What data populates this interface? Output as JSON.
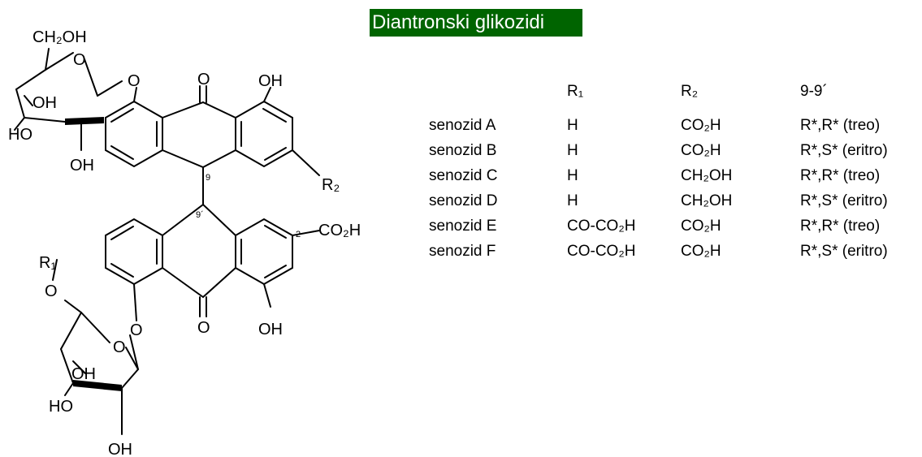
{
  "title": "Diantronski glikozidi",
  "colors": {
    "title_bg": "#006400",
    "title_text": "#ffffff",
    "line": "#000000"
  },
  "structure": {
    "labels": {
      "ch2oh": "CH₂OH",
      "sugar1_o_ring": "O",
      "sugar1_o_link": "O",
      "sugar1_oh_a": "OH",
      "sugar1_ho": "HO",
      "sugar1_oh_b": "OH",
      "top_carbonyl_o": "O",
      "top_oh": "OH",
      "r2": "R₂",
      "pos9": "9",
      "pos9prime": "9´",
      "pos2": "2",
      "co2h": "CO₂H",
      "r1": "R₁",
      "r1_o": "O",
      "sugar2_o_ring": "O",
      "sugar2_o_link": "O",
      "bottom_carbonyl_o": "O",
      "bottom_oh": "OH",
      "sugar2_oh_a": "OH",
      "sugar2_ho": "HO",
      "sugar2_oh_b": "OH"
    }
  },
  "table": {
    "headers": [
      "",
      "R₁",
      "R₂",
      "9-9´"
    ],
    "rows": [
      [
        "senozid A",
        "H",
        "CO₂H",
        "R*,R* (treo)"
      ],
      [
        "senozid B",
        "H",
        "CO₂H",
        "R*,S* (eritro)"
      ],
      [
        "senozid C",
        "H",
        "CH₂OH",
        "R*,R* (treo)"
      ],
      [
        "senozid D",
        "H",
        "CH₂OH",
        "R*,S* (eritro)"
      ],
      [
        "senozid E",
        "CO-CO₂H",
        "CO₂H",
        "R*,R* (treo)"
      ],
      [
        "senozid F",
        "CO-CO₂H",
        "CO₂H",
        "R*,S* (eritro)"
      ]
    ]
  }
}
